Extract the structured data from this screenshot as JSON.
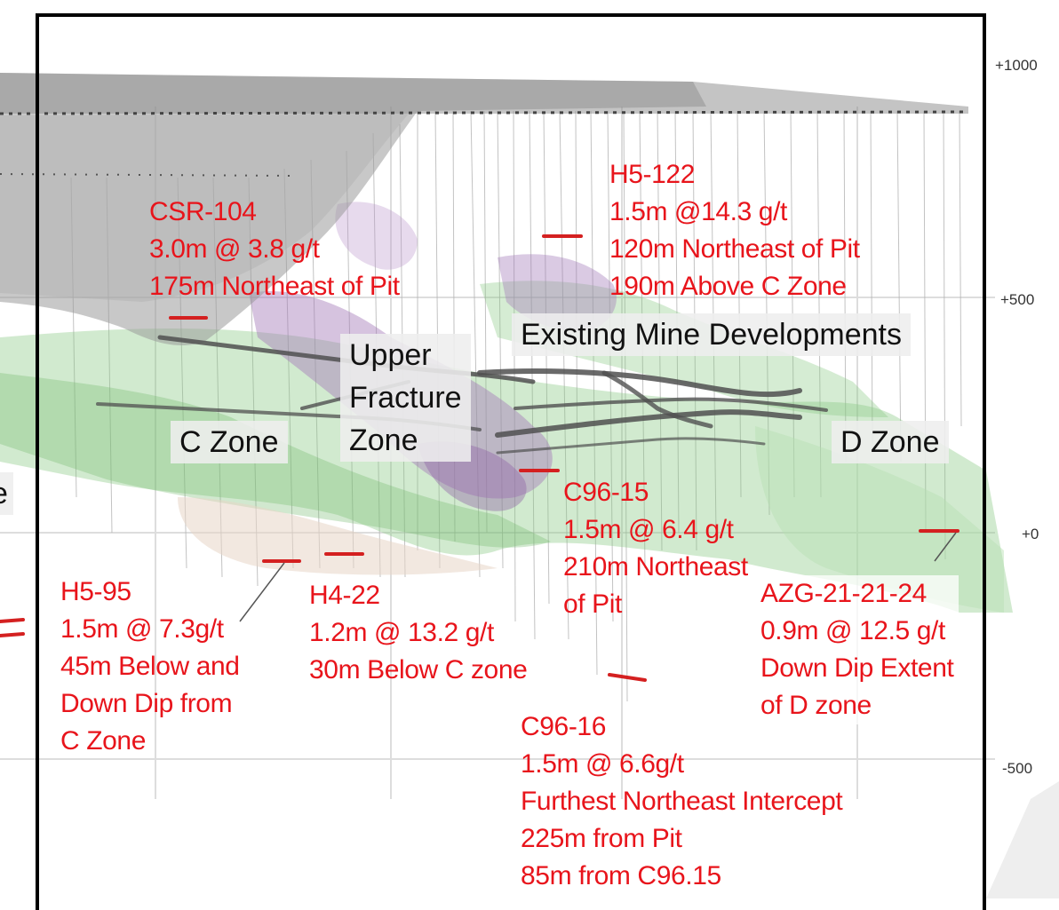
{
  "colors": {
    "annotation": "#e8141b",
    "intercept": "#d42020",
    "pit": "#9a9a9a",
    "c_zone": "#86c882",
    "fracture_zone": "#a37ab8",
    "development": "#505050",
    "frame": "#000000"
  },
  "axis": {
    "ticks": [
      "+1000",
      "+500",
      "+0",
      "-500"
    ]
  },
  "zones": {
    "existing": "Existing Mine Developments",
    "upper_fracture": [
      "Upper",
      "Fracture",
      "Zone"
    ],
    "c_zone": "C Zone",
    "d_zone": "D Zone",
    "cut_off": "e"
  },
  "annotations": {
    "csr104": [
      "CSR-104",
      "3.0m @ 3.8 g/t",
      "175m Northeast of Pit"
    ],
    "h5122": [
      "H5-122",
      "1.5m @14.3 g/t",
      "120m Northeast of Pit",
      "190m Above C Zone"
    ],
    "c9615": [
      "C96-15",
      "1.5m @ 6.4 g/t",
      "210m Northeast",
      "of Pit"
    ],
    "h595": [
      "H5-95",
      "1.5m @ 7.3g/t",
      "45m Below and",
      "Down Dip from",
      "C Zone"
    ],
    "h422": [
      "H4-22",
      "1.2m @ 13.2 g/t",
      "30m Below C zone"
    ],
    "azg": [
      "AZG-21-21-24",
      "0.9m @ 12.5 g/t",
      "Down Dip Extent",
      "of D zone"
    ],
    "c9616": [
      "C96-16",
      "1.5m @ 6.6g/t",
      "Furthest Northeast Intercept",
      "225m from Pit",
      "85m from C96.15"
    ]
  }
}
